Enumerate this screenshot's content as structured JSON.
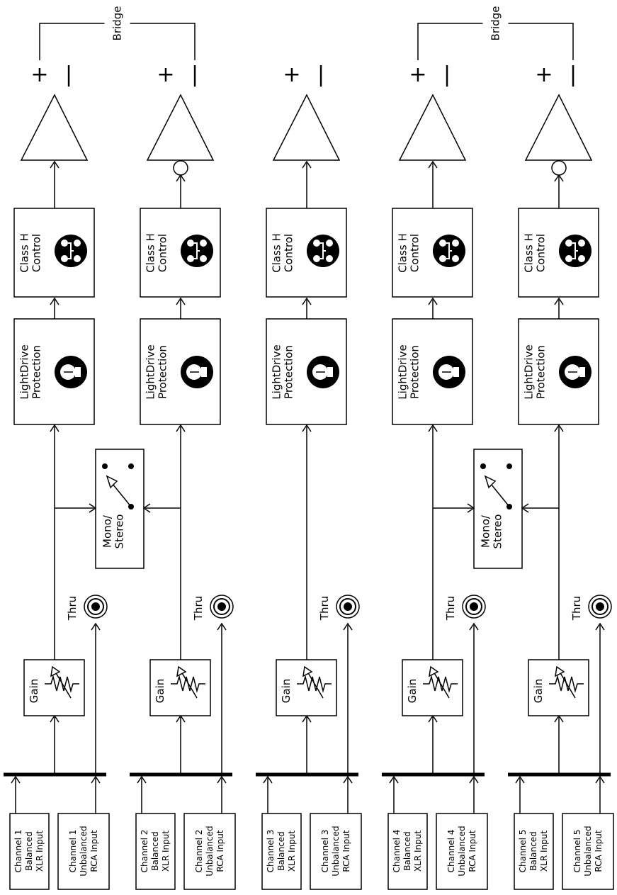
{
  "bridge_label": "Bridge",
  "plus_sign": "+",
  "minus_sign": "|",
  "labels": {
    "thru": "Thru",
    "gain": "Gain",
    "class_h": [
      "Class H",
      "Control"
    ],
    "lightdrive": [
      "LightDrive",
      "Protection"
    ],
    "mono_stereo": [
      "Mono/",
      "Stereo"
    ]
  },
  "channels": [
    {
      "number": "1",
      "balanced": [
        "Channel 1",
        "Balanced",
        "XLR Input"
      ],
      "unbalanced": [
        "Channel 1",
        "Unbalanced",
        "RCA Input"
      ],
      "inverted": false
    },
    {
      "number": "2",
      "balanced": [
        "Channel 2",
        "Balanced",
        "XLR Input"
      ],
      "unbalanced": [
        "Channel 2",
        "Unbalanced",
        "RCA Input"
      ],
      "inverted": true
    },
    {
      "number": "3",
      "balanced": [
        "Channel 3",
        "Balanced",
        "XLR Input"
      ],
      "unbalanced": [
        "Channel 3",
        "Unbalanced",
        "RCA Input"
      ],
      "inverted": false
    },
    {
      "number": "4",
      "balanced": [
        "Channel 4",
        "Balanced",
        "XLR Input"
      ],
      "unbalanced": [
        "Channel 4",
        "Unbalanced",
        "RCA Input"
      ],
      "inverted": false
    },
    {
      "number": "5",
      "balanced": [
        "Channel 5",
        "Balanced",
        "XLR Input"
      ],
      "unbalanced": [
        "Channel 5",
        "Unbalanced",
        "RCA Input"
      ],
      "inverted": true
    }
  ],
  "bridges": [
    {
      "from_channel": "1",
      "to_channel": "2",
      "label": "Bridge"
    },
    {
      "from_channel": "4",
      "to_channel": "5",
      "label": "Bridge"
    }
  ],
  "mono_stereo_switches": [
    {
      "between": [
        "1",
        "2"
      ]
    },
    {
      "between": [
        "4",
        "5"
      ]
    }
  ],
  "icons": {
    "class_h": "class-h-circuit-icon",
    "lightdrive": "light-bulb-icon",
    "gain": "variable-resistor-icon",
    "thru": "rca-jack-icon",
    "switch": "switch-icon",
    "amplifier": "amplifier-triangle-icon"
  }
}
